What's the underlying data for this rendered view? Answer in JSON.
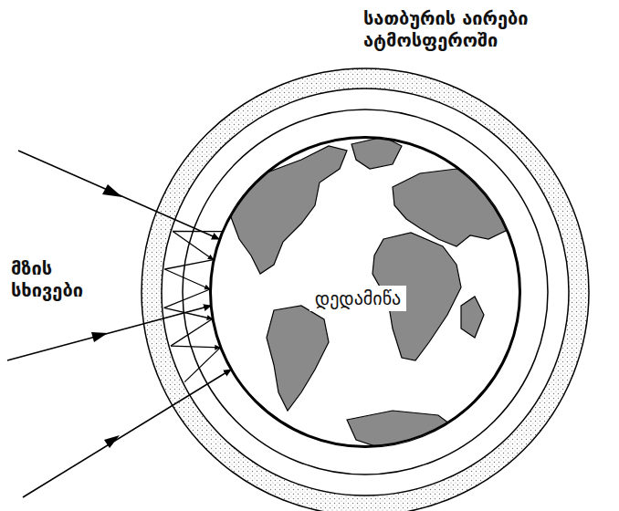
{
  "diagram": {
    "nodes": [
      {
        "text": [
          "დედამიწა"
        ]
      }
    ],
    "labels": [
      "სათბურის აირები ატმოსფეროში",
      "მზის სხივები"
    ]
  }
}
